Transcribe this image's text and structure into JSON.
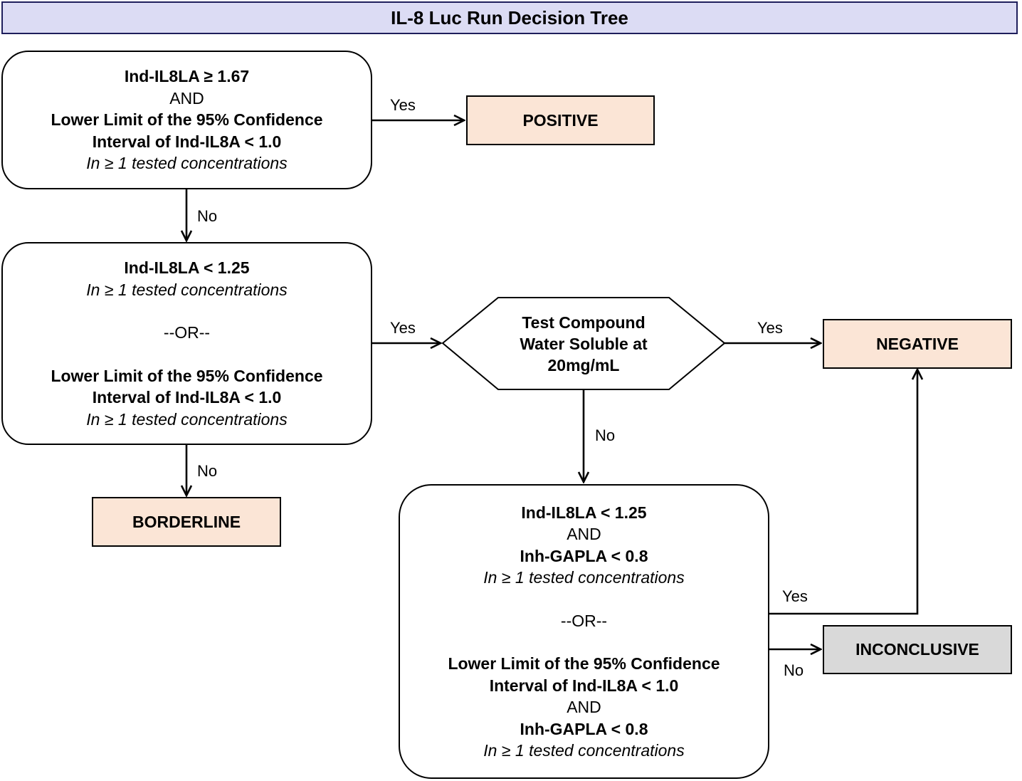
{
  "title": "IL-8 Luc Run Decision Tree",
  "node1": {
    "line1": "Ind-IL8LA ≥ 1.67",
    "line2": "AND",
    "line3": "Lower Limit of the 95% Confidence",
    "line4": "Interval of Ind-IL8A < 1.0",
    "line5": "In ≥ 1 tested concentrations"
  },
  "node2": {
    "line1": "Ind-IL8LA < 1.25",
    "line2": "In ≥ 1 tested concentrations",
    "line3": "--OR--",
    "line4": "Lower Limit of the 95% Confidence",
    "line5": "Interval of Ind-IL8A < 1.0",
    "line6": "In ≥ 1 tested concentrations"
  },
  "hexagon": {
    "line1": "Test Compound",
    "line2": "Water Soluble at",
    "line3": "20mg/mL"
  },
  "node3": {
    "line1": "Ind-IL8LA < 1.25",
    "line2": "AND",
    "line3": "Inh-GAPLA < 0.8",
    "line4": "In ≥ 1 tested concentrations",
    "line5": "--OR--",
    "line6": "Lower Limit of the 95% Confidence",
    "line7": "Interval of Ind-IL8A < 1.0",
    "line8": "AND",
    "line9": "Inh-GAPLA < 0.8",
    "line10": "In ≥ 1 tested concentrations"
  },
  "outcomes": {
    "positive": "POSITIVE",
    "negative": "NEGATIVE",
    "borderline": "BORDERLINE",
    "inconclusive": "INCONCLUSIVE"
  },
  "edges": {
    "n1_yes": "Yes",
    "n1_no": "No",
    "n2_yes": "Yes",
    "n2_no": "No",
    "hex_yes": "Yes",
    "hex_no": "No",
    "n3_yes": "Yes",
    "n3_no": "No"
  },
  "colors": {
    "title_fill": "#dcdcf4",
    "title_border": "#1f1f5c",
    "outcome_fill": "#fbe5d6",
    "inconclusive_fill": "#d9d9d9"
  }
}
